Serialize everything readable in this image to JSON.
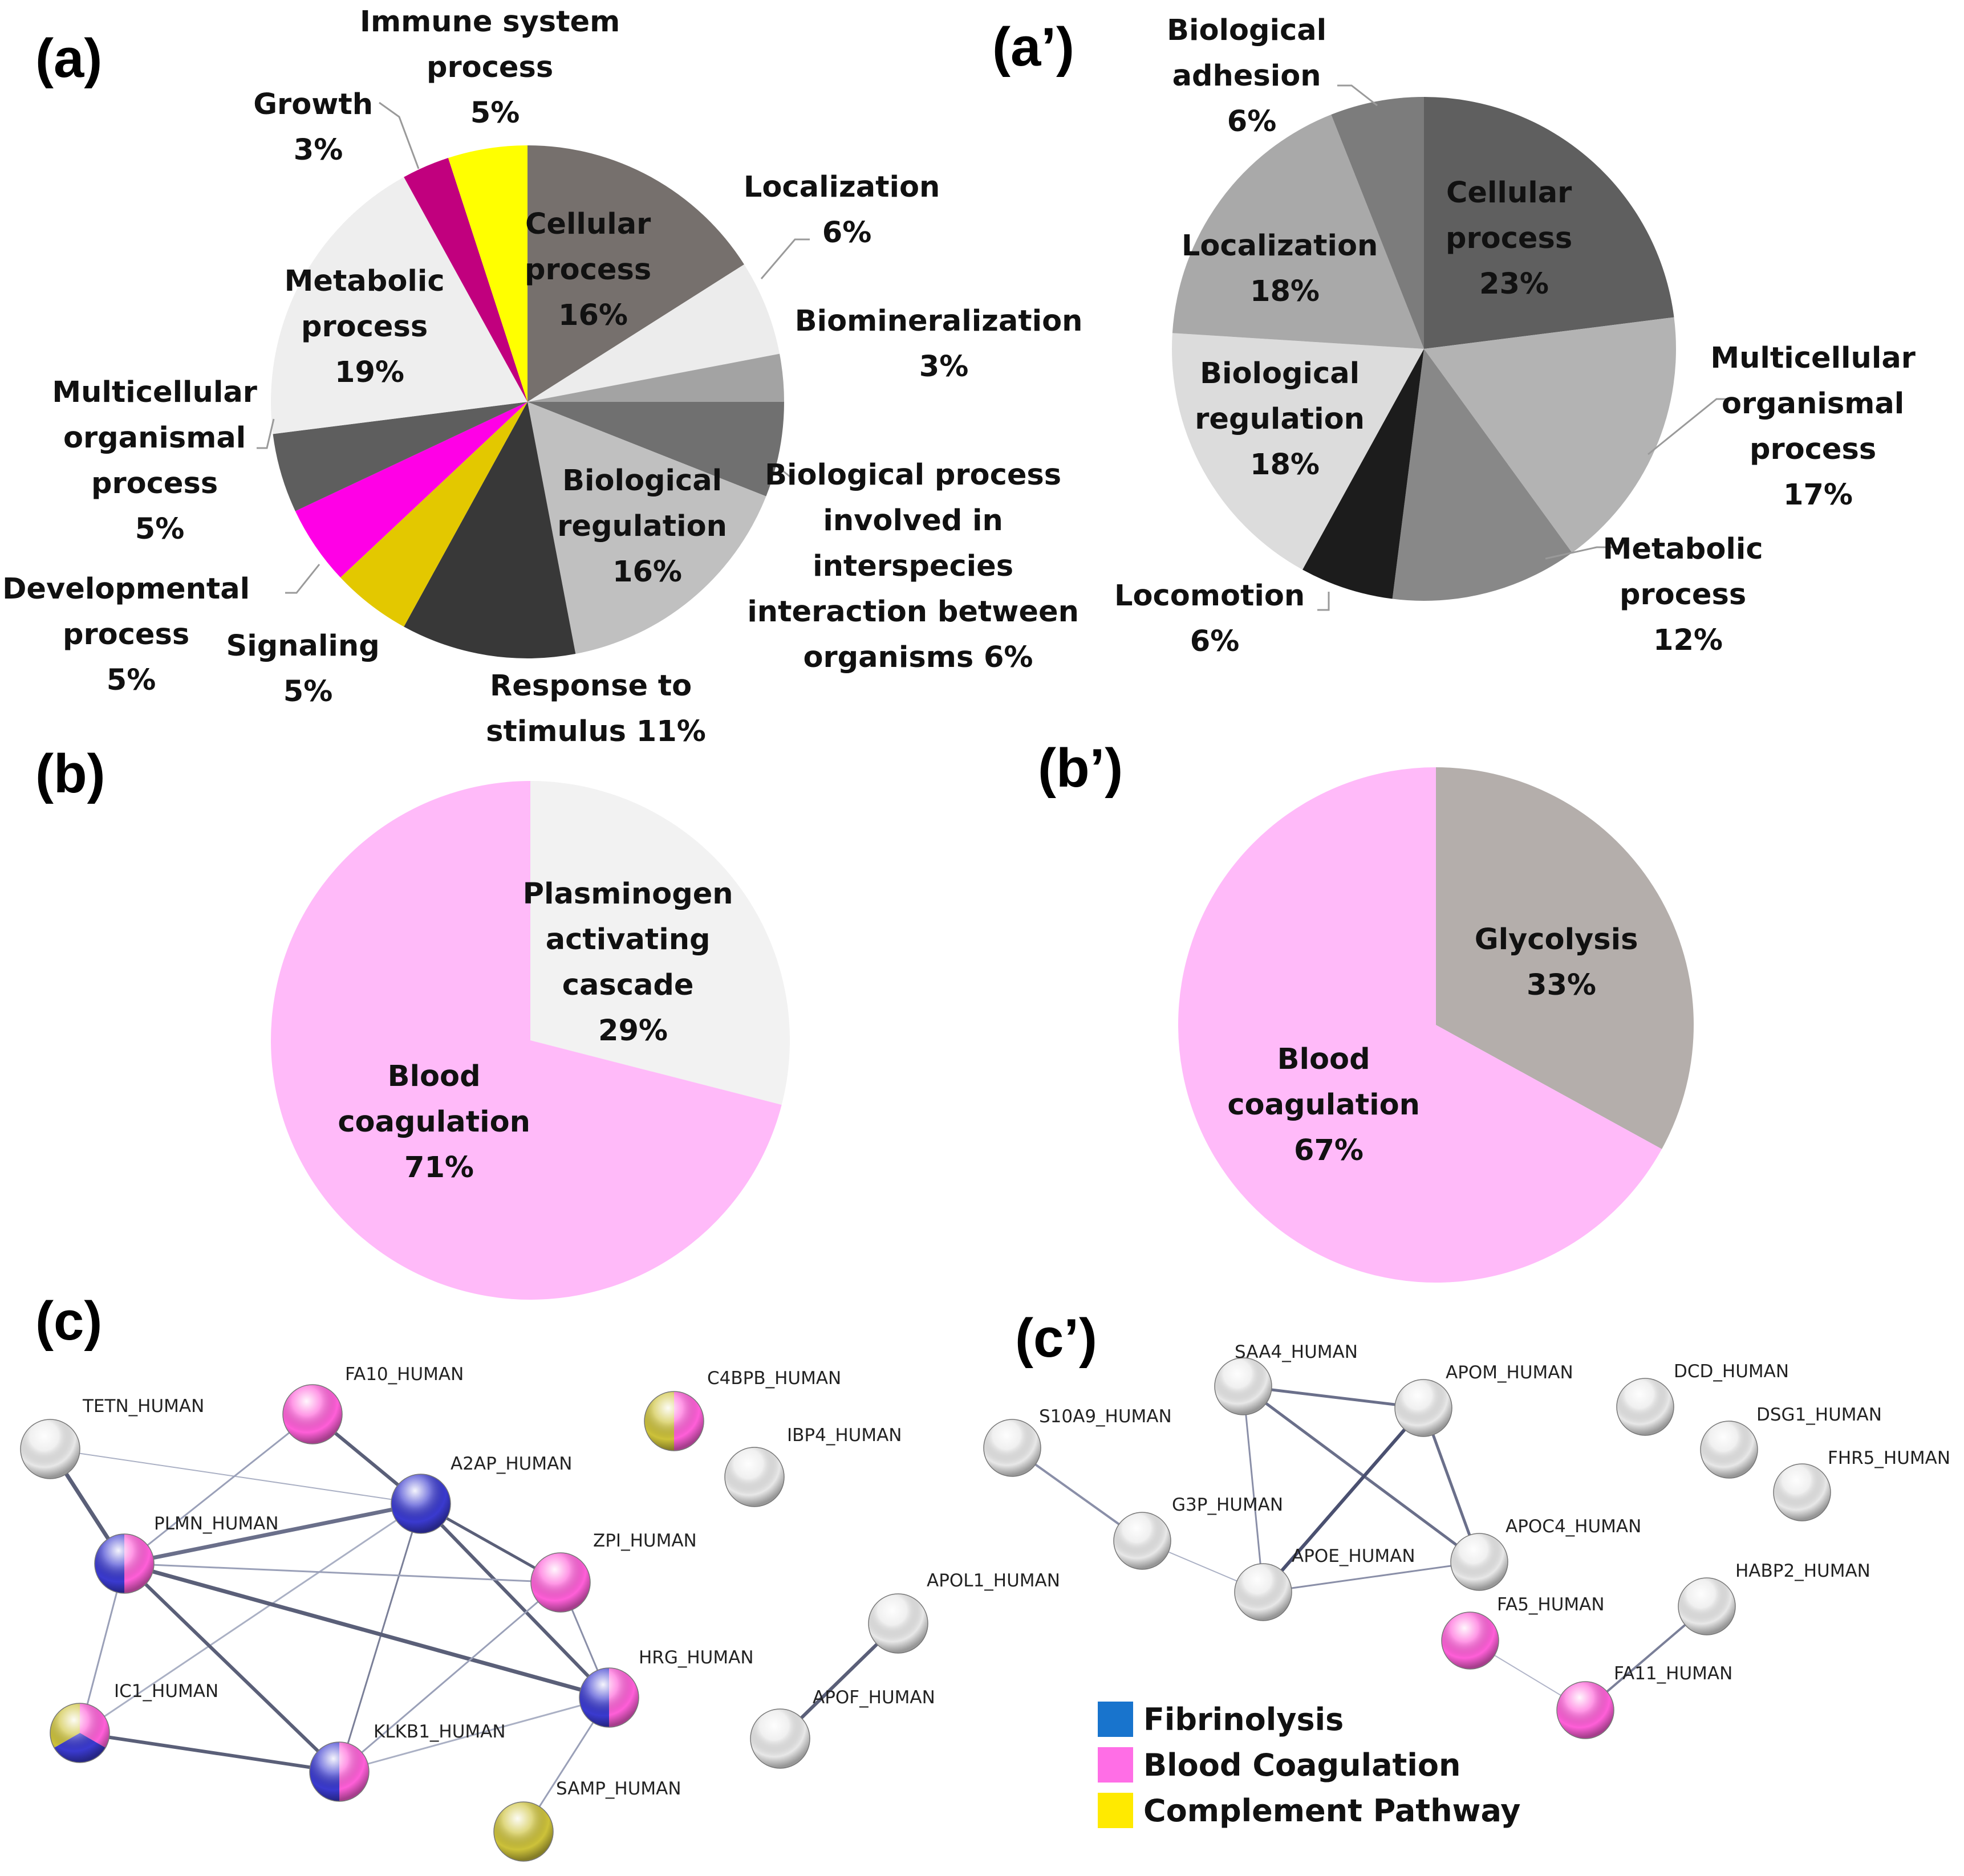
{
  "chart_data": [
    {
      "panel": "(a)",
      "type": "pie",
      "slices": [
        {
          "label": "Cellular process 16%",
          "value": 16,
          "color": "#76706d"
        },
        {
          "label": "Localization 6%",
          "value": 6,
          "color": "#ececec"
        },
        {
          "label": "Biomineralization 3%",
          "value": 3,
          "color": "#a3a3a3"
        },
        {
          "label": "Biological process involved in interspecies interaction between organisms 6%",
          "value": 6,
          "color": "#707070"
        },
        {
          "label": "Biological regulation 16%",
          "value": 16,
          "color": "#c0c0c0"
        },
        {
          "label": "Response to stimulus 11%",
          "value": 11,
          "color": "#383838"
        },
        {
          "label": "Signaling 5%",
          "value": 5,
          "color": "#e3c800"
        },
        {
          "label": "Developmental process 5%",
          "value": 5,
          "color": "#ff00e6"
        },
        {
          "label": "Multicellular organismal process 5%",
          "value": 5,
          "color": "#5e5e5e"
        },
        {
          "label": "Metabolic process 19%",
          "value": 19,
          "color": "#eeeeee"
        },
        {
          "label": "Growth 3%",
          "value": 3,
          "color": "#c1007e"
        },
        {
          "label": "Immune system process 5%",
          "value": 5,
          "color": "#ffff00"
        }
      ]
    },
    {
      "panel": "(a')",
      "type": "pie",
      "slices": [
        {
          "label": "Cellular process 23%",
          "value": 23,
          "color": "#5f5f5f"
        },
        {
          "label": "Multicellular organismal process 17%",
          "value": 17,
          "color": "#b3b3b3"
        },
        {
          "label": "Metabolic process 12%",
          "value": 12,
          "color": "#888888"
        },
        {
          "label": "Locomotion 6%",
          "value": 6,
          "color": "#1c1c1c"
        },
        {
          "label": "Biological regulation 18%",
          "value": 18,
          "color": "#dcdcdc"
        },
        {
          "label": "Localization 18%",
          "value": 18,
          "color": "#a9a9a9"
        },
        {
          "label": "Biological adhesion 6%",
          "value": 6,
          "color": "#7c7c7c"
        }
      ]
    },
    {
      "panel": "(b)",
      "type": "pie",
      "slices": [
        {
          "label": "Plasminogen activating cascade 29%",
          "value": 29,
          "color": "#f2f2f2"
        },
        {
          "label": "Blood coagulation 71%",
          "value": 71,
          "color": "#ffbaf9"
        }
      ]
    },
    {
      "panel": "(b')",
      "type": "pie",
      "slices": [
        {
          "label": "Glycolysis 33%",
          "value": 33,
          "color": "#b4aeab"
        },
        {
          "label": "Blood coagulation 67%",
          "value": 67,
          "color": "#ffbaf9"
        }
      ]
    }
  ],
  "panels": {
    "a": {
      "tag": "(a)",
      "labels": {
        "cellular": [
          "Cellular",
          "process",
          "16%"
        ],
        "localization": [
          "Localization",
          "6%"
        ],
        "biomineralization": [
          "Biomineralization",
          "3%"
        ],
        "interspecies": [
          "Biological process",
          "involved in",
          "interspecies",
          "interaction between",
          "organisms 6%"
        ],
        "regulation": [
          "Biological",
          "regulation",
          "16%"
        ],
        "response": [
          "Response to",
          "stimulus 11%"
        ],
        "signaling": [
          "Signaling",
          "5%"
        ],
        "developmental": [
          "Developmental",
          "process",
          "5%"
        ],
        "multicellular": [
          "Multicellular",
          "organismal",
          "process",
          "5%"
        ],
        "metabolic": [
          "Metabolic",
          "process",
          "19%"
        ],
        "growth": [
          "Growth",
          "3%"
        ],
        "immune": [
          "Immune system",
          "process",
          "5%"
        ]
      }
    },
    "a2": {
      "tag": "(a’)",
      "labels": {
        "adhesion": [
          "Biological",
          "adhesion",
          "6%"
        ],
        "cellular": [
          "Cellular",
          "process",
          "23%"
        ],
        "localization": [
          "Localization",
          "18%"
        ],
        "regulation": [
          "Biological",
          "regulation",
          "18%"
        ],
        "multicellular": [
          "Multicellular",
          "organismal",
          "process",
          "17%"
        ],
        "metabolic": [
          "Metabolic",
          "process",
          "12%"
        ],
        "locomotion": [
          "Locomotion",
          "6%"
        ]
      }
    },
    "b": {
      "tag": "(b)",
      "labels": {
        "plasminogen": [
          "Plasminogen",
          "activating",
          "cascade",
          "29%"
        ],
        "blood": [
          "Blood",
          "coagulation",
          "71%"
        ]
      }
    },
    "b2": {
      "tag": "(b’)",
      "labels": {
        "glycolysis": [
          "Glycolysis",
          "33%"
        ],
        "blood": [
          "Blood",
          "coagulation",
          "67%"
        ]
      }
    },
    "c": {
      "tag": "(c)",
      "nodes": [
        "TETN_HUMAN",
        "FA10_HUMAN",
        "C4BPB_HUMAN",
        "IBP4_HUMAN",
        "A2AP_HUMAN",
        "PLMN_HUMAN",
        "ZPI_HUMAN",
        "APOL1_HUMAN",
        "HRG_HUMAN",
        "IC1_HUMAN",
        "KLKB1_HUMAN",
        "APOF_HUMAN",
        "SAMP_HUMAN"
      ]
    },
    "c2": {
      "tag": "(c’)",
      "nodes": [
        "SAA4_HUMAN",
        "APOM_HUMAN",
        "DCD_HUMAN",
        "S10A9_HUMAN",
        "DSG1_HUMAN",
        "G3P_HUMAN",
        "APOC4_HUMAN",
        "FHR5_HUMAN",
        "APOE_HUMAN",
        "HABP2_HUMAN",
        "FA5_HUMAN",
        "FA11_HUMAN"
      ]
    }
  },
  "legend": [
    {
      "label": "Fibrinolysis",
      "color": "#1874cd"
    },
    {
      "label": "Blood Coagulation",
      "color": "#ff6ee6"
    },
    {
      "label": "Complement Pathway",
      "color": "#ffea00"
    }
  ]
}
